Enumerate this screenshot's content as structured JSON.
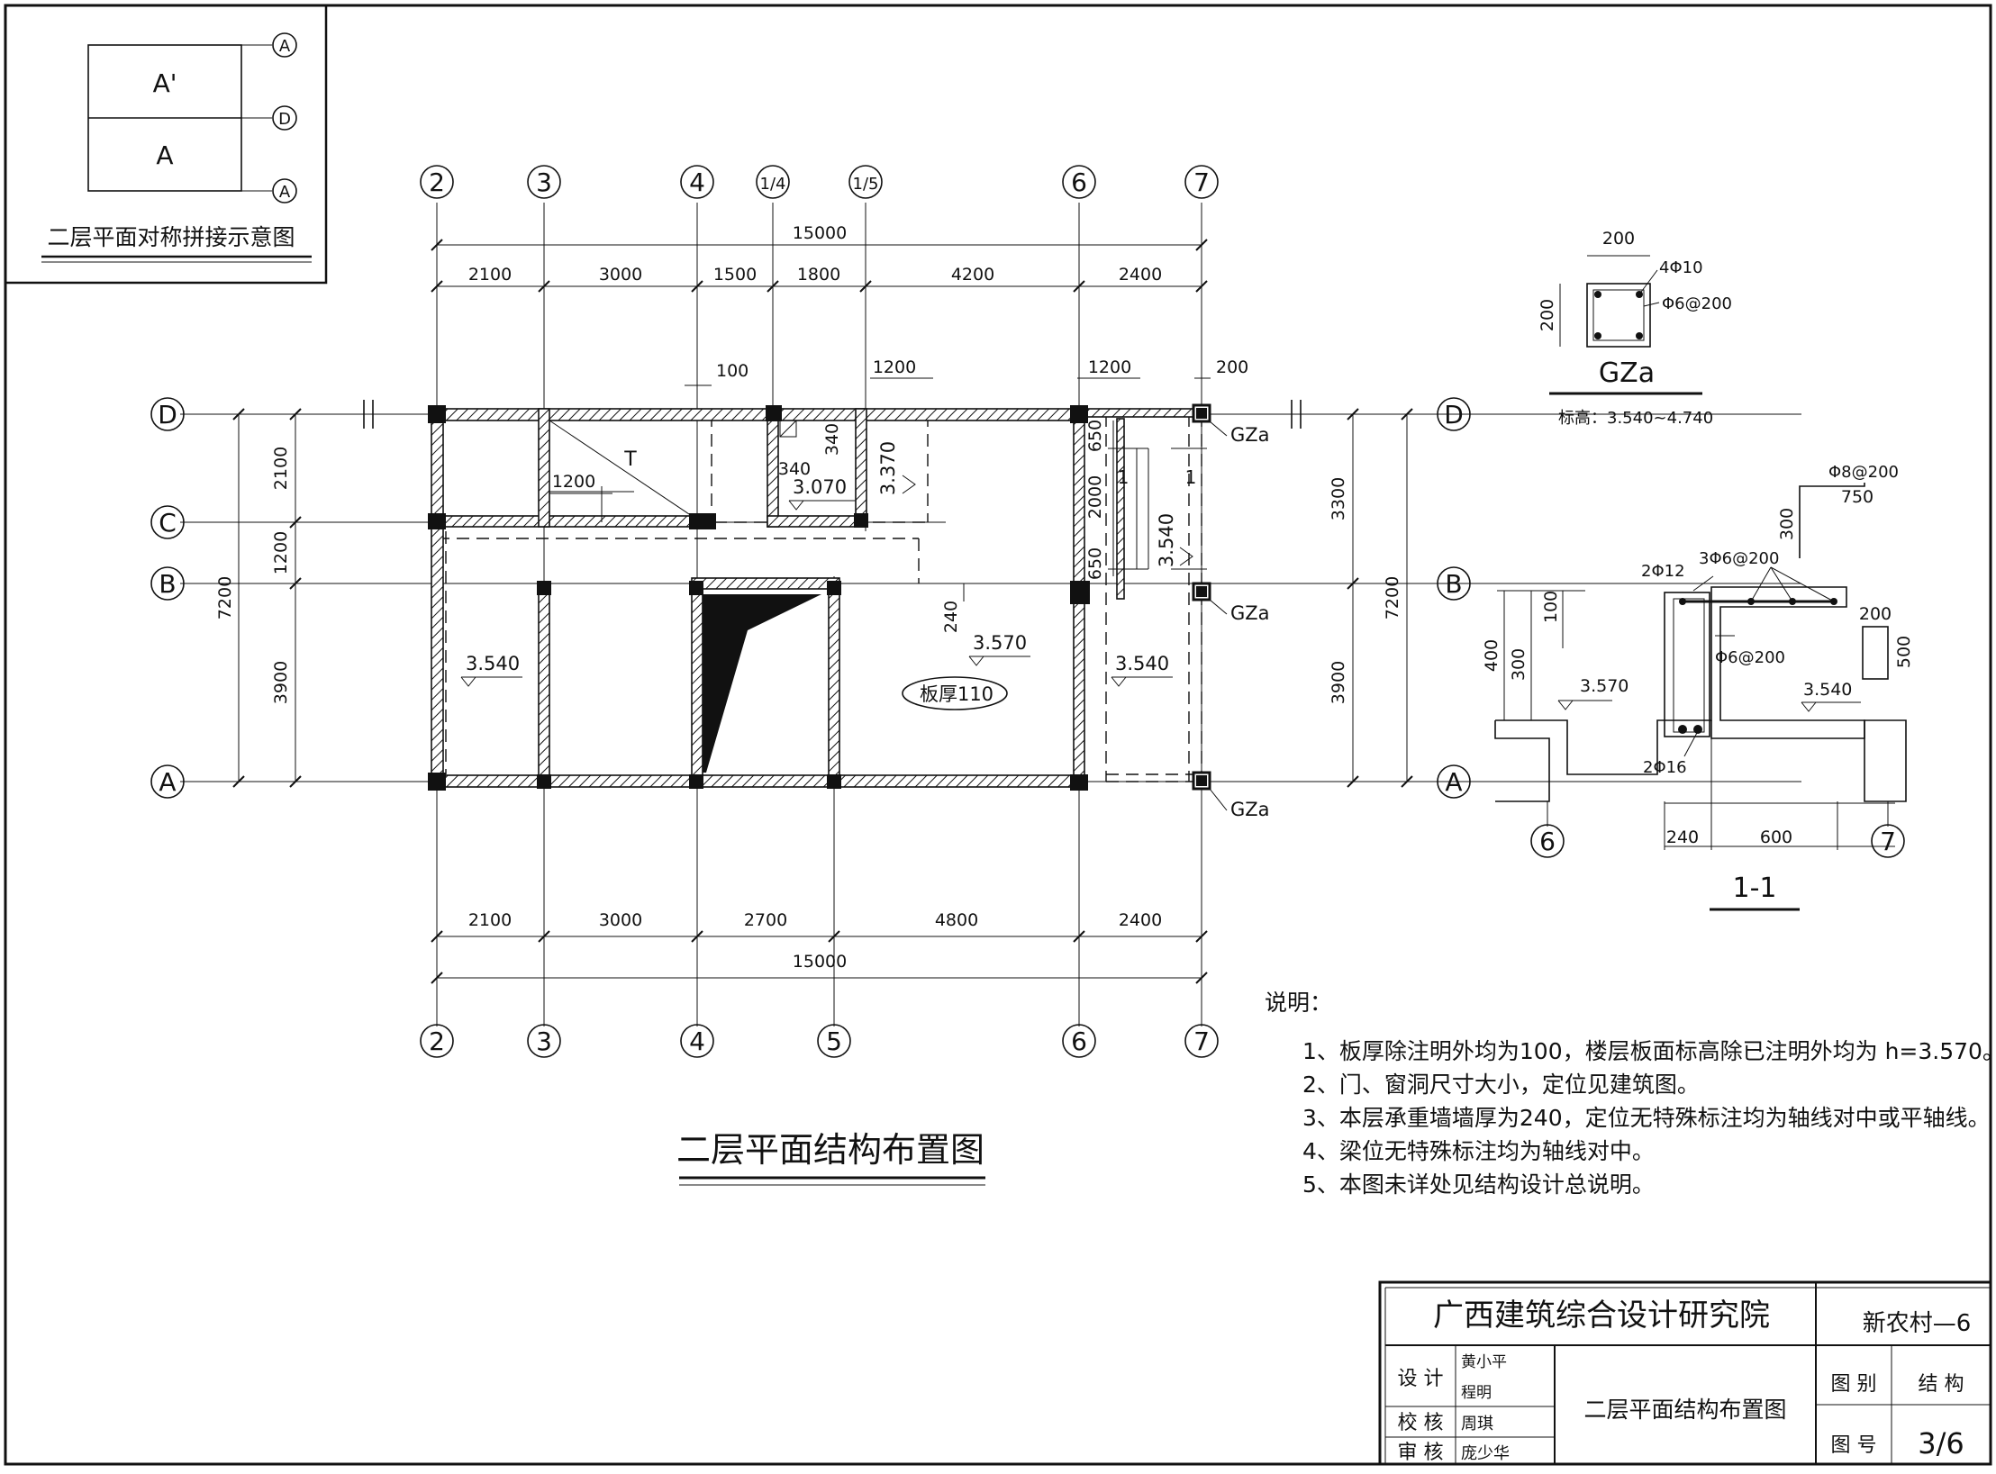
{
  "inset": {
    "title": "二层平面对称拼接示意图",
    "upper": "A'",
    "lower": "A",
    "axes": [
      "A",
      "D",
      "A"
    ]
  },
  "axes_top": [
    "2",
    "3",
    "4",
    "1/4",
    "1/5",
    "6",
    "7"
  ],
  "axes_bottom": [
    "2",
    "3",
    "4",
    "5",
    "6",
    "7"
  ],
  "axes_rows": [
    "D",
    "C",
    "B",
    "A"
  ],
  "dims_top_total": "15000",
  "dims_top": [
    "2100",
    "3000",
    "1500",
    "1800",
    "4200",
    "2400"
  ],
  "dims_bottom": [
    "2100",
    "3000",
    "2700",
    "4800",
    "2400"
  ],
  "dims_bottom_total": "15000",
  "dims_left": [
    "2100",
    "1200",
    "3900"
  ],
  "dims_left_total": "7200",
  "dims_right": [
    "3300",
    "3900"
  ],
  "dims_right_total": "7200",
  "plan_labels": {
    "d100": "100",
    "d1200a": "1200",
    "d1200b": "1200",
    "d200": "200",
    "d340a": "340",
    "d340b": "340",
    "d1200c": "1200",
    "d650a": "650",
    "d2000": "2000",
    "d650b": "650",
    "d240": "240",
    "stair": "T",
    "sec1a": "1",
    "sec1b": "1",
    "gza1": "GZa",
    "gza2": "GZa",
    "gza3": "GZa",
    "e3070": "3.070",
    "e3370": "3.370",
    "e3540v": "3.540",
    "e3540a": "3.540",
    "e3570": "3.570",
    "e3540b": "3.540",
    "slab": "板厚110"
  },
  "plan_title": "二层平面结构布置图",
  "gza_detail": {
    "width": "200",
    "height": "200",
    "main_bar": "4Φ10",
    "stirrup": "Φ6@200",
    "name": "GZa",
    "elev": "标高：3.540~4.740"
  },
  "section": {
    "name": "1-1",
    "top_bar": "Φ8@200",
    "d750": "750",
    "d300v": "300",
    "bar_2phi12": "2Φ12",
    "bar_3phi6": "3Φ6@200",
    "d100": "100",
    "d400": "400",
    "d300": "300",
    "e3570": "3.570",
    "stirrup": "Φ6@200",
    "d200": "200",
    "d500": "500",
    "e3540": "3.540",
    "bar_2phi16": "2Φ16",
    "d240": "240",
    "d600": "600",
    "axis6": "6",
    "axis7": "7"
  },
  "notes": {
    "heading": "说明：",
    "items": [
      "1、板厚除注明外均为100，楼层板面标高除已注明外均为 h=3.570。",
      "2、门、窗洞尺寸大小，定位见建筑图。",
      "3、本层承重墙墙厚为240，定位无特殊标注均为轴线对中或平轴线。",
      "4、梁位无特殊标注均为轴线对中。",
      "5、本图未详处见结构设计总说明。"
    ]
  },
  "title_block": {
    "institute": "广西建筑综合设计研究院",
    "project": "新农村—6",
    "design_label": "设  计",
    "designers": [
      "黄小平",
      "程明"
    ],
    "check_label": "校  核",
    "checker": "周琪",
    "review_label": "审  核",
    "reviewer": "庞少华",
    "drawing_name": "二层平面结构布置图",
    "category_label": "图  别",
    "category": "结  构",
    "number_label": "图  号",
    "number": "3/6"
  }
}
